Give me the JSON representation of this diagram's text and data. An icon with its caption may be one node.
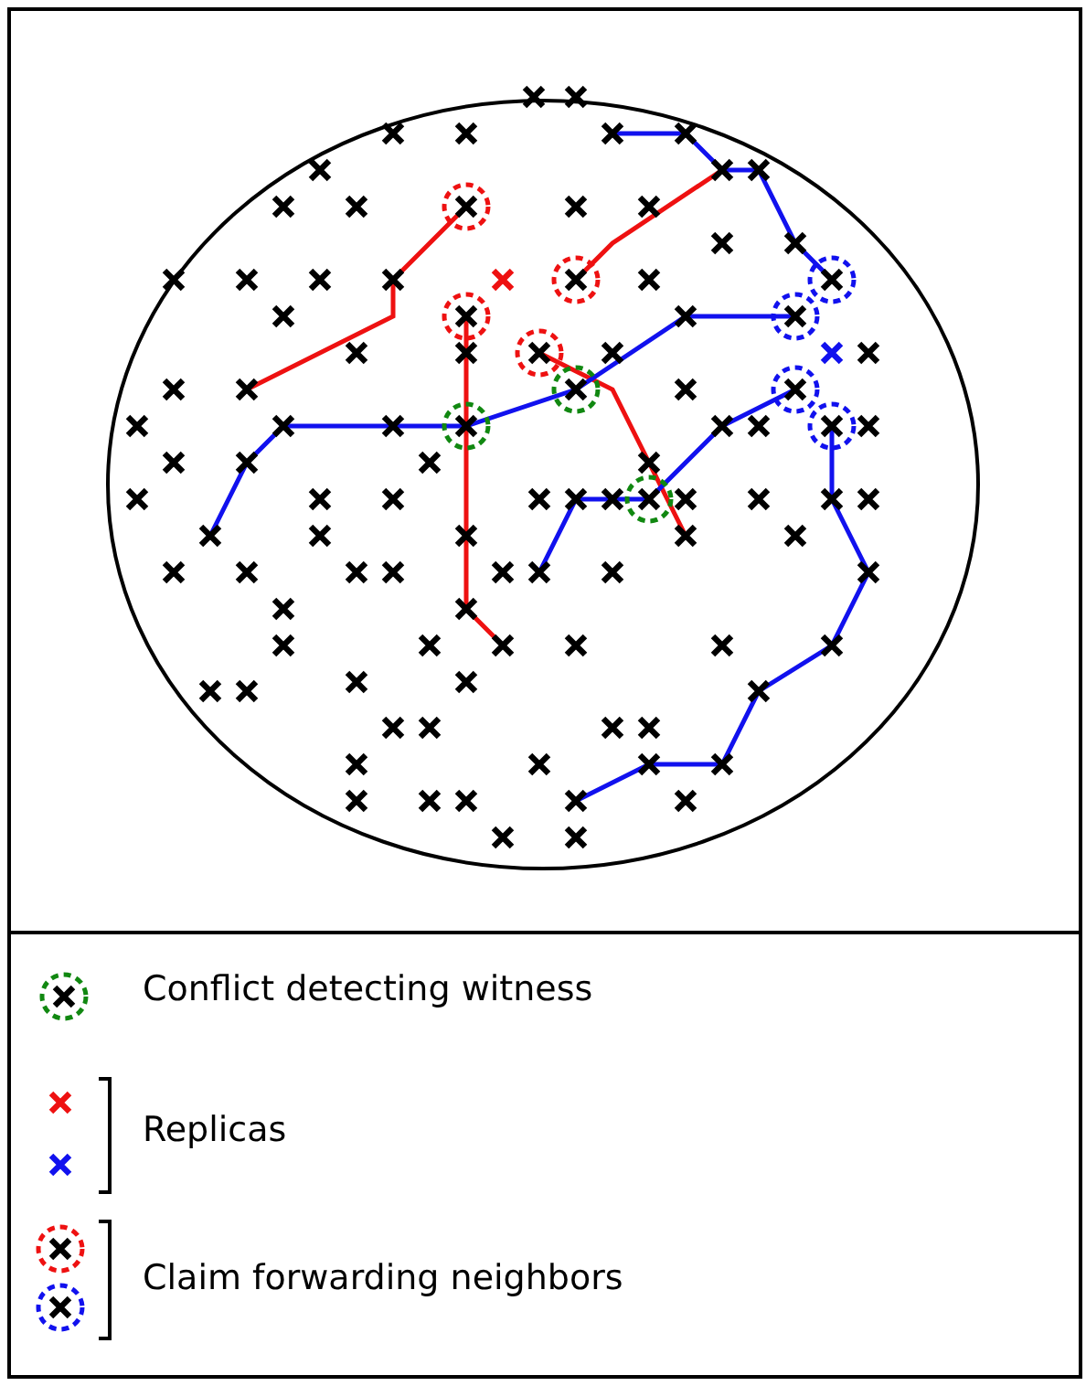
{
  "diagram": {
    "legend": [
      {
        "text": "Conflict detecting witness"
      },
      {
        "text": "Replicas"
      },
      {
        "text": "Claim forwarding neighbors"
      }
    ]
  }
}
